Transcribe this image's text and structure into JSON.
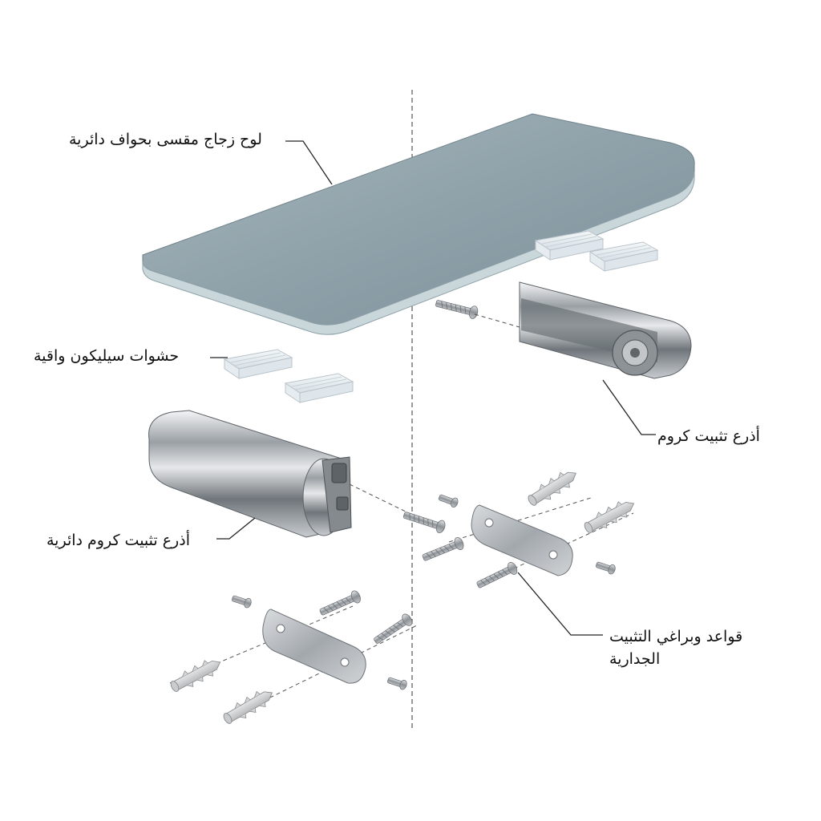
{
  "labels": {
    "glass_panel": "لوح زجاج مقسى بحواف دائرية",
    "silicone_pads": "حشوات سيليكون واقية",
    "chrome_arm": "أذرع تثبيت كروم",
    "round_chrome_arm": "أذرع تثبيت كروم دائرية",
    "wall_mounts_line1": "قواعد وبراغي التثبيت",
    "wall_mounts_line2": "الجدارية"
  },
  "colors": {
    "glass": "#8fa1a9",
    "glass_edge": "#c9d6da",
    "chrome": "#9a9ea3",
    "leader": "#222222",
    "guide": "#555555"
  }
}
